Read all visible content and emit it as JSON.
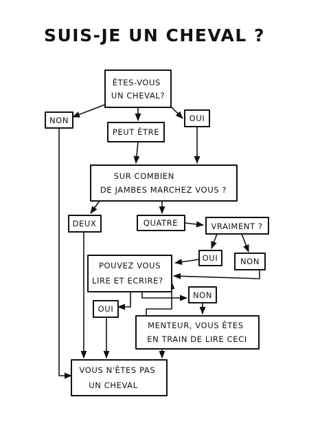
{
  "title": "SUIS-JE UN CHEVAL ?",
  "nodes": {
    "q_cheval": [
      "ÊTES-VOUS",
      "UN CHEVAL?"
    ],
    "non_top": [
      "NON"
    ],
    "peut_etre": [
      "PEUT ÊTRE"
    ],
    "oui_top": [
      "OUI"
    ],
    "q_jambes": [
      "SUR COMBIEN",
      "DE JAMBES MARCHEZ VOUS ?"
    ],
    "deux": [
      "DEUX"
    ],
    "quatre": [
      "QUATRE"
    ],
    "vraiment": [
      "VRAIMENT ?"
    ],
    "oui_vraiment": [
      "OUI"
    ],
    "non_vraiment": [
      "NON"
    ],
    "q_lire": [
      "POUVEZ VOUS",
      "LIRE ET ECRIRE?"
    ],
    "oui_lire": [
      "OUI"
    ],
    "non_lire": [
      "NON"
    ],
    "menteur": [
      "MENTEUR, VOUS ÊTES",
      "EN TRAIN DE LIRE CECI"
    ],
    "result": [
      "VOUS N'ÊTES PAS",
      "UN CHEVAL"
    ]
  }
}
